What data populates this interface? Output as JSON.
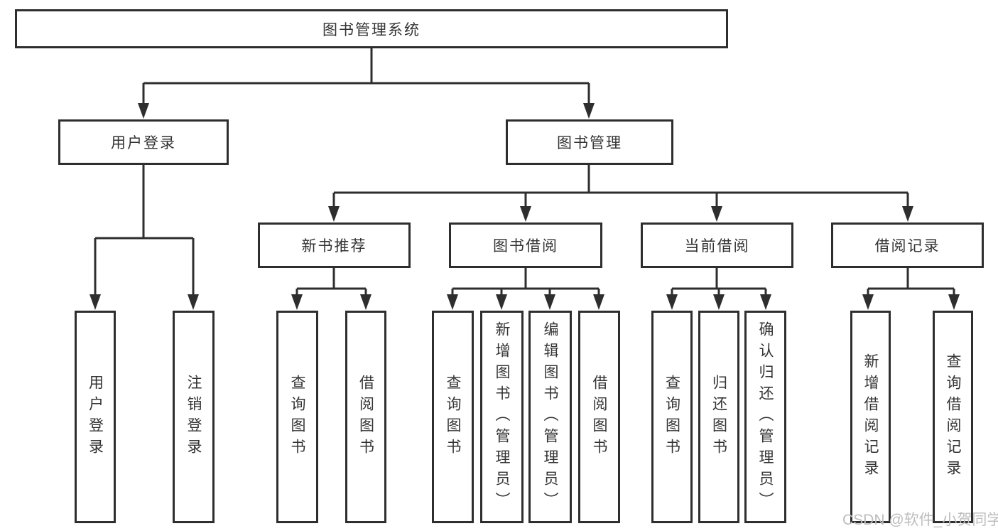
{
  "diagram": {
    "type": "hierarchy-tree",
    "line_color": "#2e2e2e",
    "box_border_color": "#2e2e2e",
    "text_color": "#333333",
    "background_color": "#ffffff",
    "root": {
      "label": "图书管理系统"
    },
    "level2": [
      {
        "label": "用户登录",
        "children": [
          "用户登录",
          "注销登录"
        ]
      },
      {
        "label": "图书管理",
        "children": [
          "新书推荐",
          "图书借阅",
          "当前借阅",
          "借阅记录"
        ]
      }
    ],
    "level3": [
      {
        "label": "新书推荐",
        "parent": "图书管理"
      },
      {
        "label": "图书借阅",
        "parent": "图书管理"
      },
      {
        "label": "当前借阅",
        "parent": "图书管理"
      },
      {
        "label": "借阅记录",
        "parent": "图书管理"
      }
    ],
    "leaves": [
      {
        "label": "用户登录",
        "parent": "用户登录"
      },
      {
        "label": "注销登录",
        "parent": "用户登录"
      },
      {
        "label": "查询图书",
        "parent": "新书推荐"
      },
      {
        "label": "借阅图书",
        "parent": "新书推荐"
      },
      {
        "label": "查询图书",
        "parent": "图书借阅"
      },
      {
        "label": "新增图书（管理员）",
        "parent": "图书借阅"
      },
      {
        "label": "编辑图书（管理员）",
        "parent": "图书借阅"
      },
      {
        "label": "借阅图书",
        "parent": "图书借阅"
      },
      {
        "label": "查询图书",
        "parent": "当前借阅"
      },
      {
        "label": "归还图书",
        "parent": "当前借阅"
      },
      {
        "label": "确认归还（管理员）",
        "parent": "当前借阅"
      },
      {
        "label": "新增借阅记录",
        "parent": "借阅记录"
      },
      {
        "label": "查询借阅记录",
        "parent": "借阅记录"
      }
    ]
  },
  "watermark": {
    "text": "CSDN @软件_小贺同学",
    "color": "#bdbdbd"
  }
}
